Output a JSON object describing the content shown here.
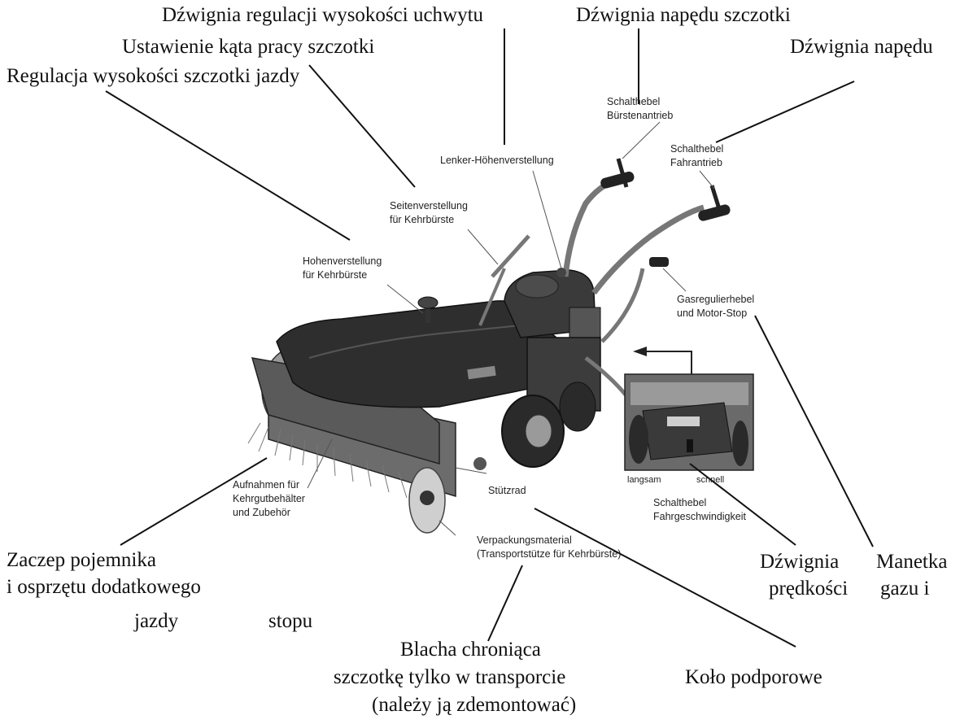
{
  "labels_pl": {
    "handle_height_lever": "Dźwignia regulacji wysokości uchwytu",
    "brush_drive_lever": "Dźwignia napędu szczotki",
    "brush_angle": "Ustawienie kąta pracy szczotki",
    "drive_lever": "Dźwignia napędu",
    "brush_height": "Regulacja wysokości szczotki jazdy",
    "container_hitch_line1": "Zaczep pojemnika",
    "container_hitch_line2": "i osprzętu dodatkowego",
    "container_hitch_line3": "jazdy",
    "stop_word": "stopu",
    "speed_lever_line1": "Dźwignia",
    "speed_lever_line2": "prędkości",
    "throttle_line1": "Manetka",
    "throttle_line2": "gazu i",
    "guard_line1": "Blacha chroniąca",
    "guard_line2": "szczotkę tylko w transporcie",
    "guard_line3": "(należy ją zdemontować)",
    "support_wheel": "Koło podporowe"
  },
  "labels_de": {
    "brush_drive_line1": "Schalthebel",
    "brush_drive_line2": "Bürstenantrieb",
    "drive_line1": "Schalthebel",
    "drive_line2": "Fahrantrieb",
    "handle_height": "Lenker-Höhenverstellung",
    "side_adjust_line1": "Seitenverstellung",
    "side_adjust_line2": "für Kehrbürste",
    "height_adjust_line1": "Hohenverstellung",
    "height_adjust_line2": "für Kehrbürste",
    "throttle_line1": "Gasregulierhebel",
    "throttle_line2": "und Motor-Stop",
    "slow": "langsam",
    "fast": "schnell",
    "speed_line1": "Schalthebel",
    "speed_line2": "Fahrgeschwindigkeit",
    "mounts_line1": "Aufnahmen für",
    "mounts_line2": "Kehrgutbehälter",
    "mounts_line3": "und Zubehör",
    "support_wheel": "Stützrad",
    "packing_line1": "Verpackungsmaterial",
    "packing_line2": "(Transportstütze für Kehrbürste)"
  },
  "colors": {
    "line": "#111111",
    "machine_dark": "#2a2a2a",
    "machine_mid": "#4a4a4a",
    "machine_light": "#8a8a8a"
  }
}
